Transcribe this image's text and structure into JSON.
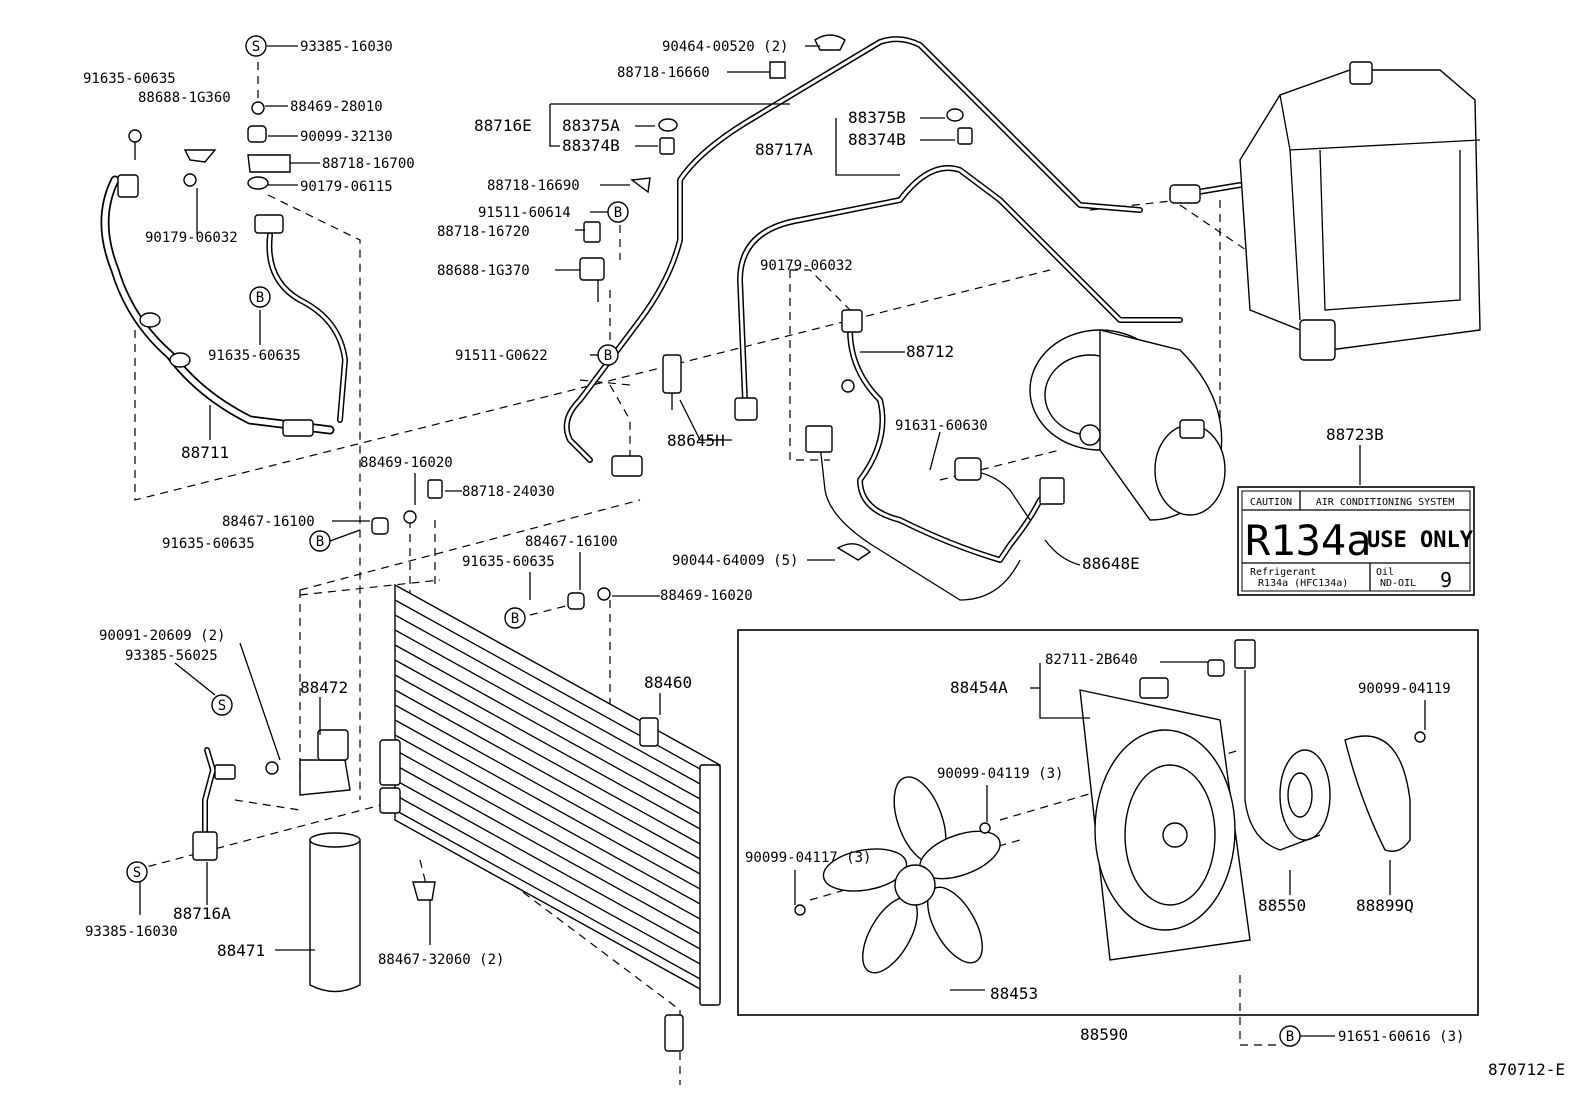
{
  "diagram_code": "870712-E",
  "symbols": {
    "s": "S",
    "b": "B"
  },
  "parts": {
    "p93385_16030_top": "93385-16030",
    "p91635_60635_a": "91635-60635",
    "p88688_1G360": "88688-1G360",
    "p88469_28010": "88469-28010",
    "p90099_32130": "90099-32130",
    "p88718_16700": "88718-16700",
    "p90179_06115": "90179-06115",
    "p90179_06032_a": "90179-06032",
    "p91635_60635_b": "91635-60635",
    "p88711": "88711",
    "p90464_00520": "90464-00520 (2)",
    "p88718_16660": "88718-16660",
    "p88716E": "88716E",
    "p88375A": "88375A",
    "p88374B_a": "88374B",
    "p88718_16690": "88718-16690",
    "p91511_60614": "91511-60614",
    "p88718_16720": "88718-16720",
    "p88688_1G370": "88688-1G370",
    "p91511_G0622": "91511-G0622",
    "p88717A": "88717A",
    "p88375B": "88375B",
    "p88374B_b": "88374B",
    "p90179_06032_b": "90179-06032",
    "p88712": "88712",
    "p88645H": "88645H",
    "p91631_60630": "91631-60630",
    "p88723B": "88723B",
    "p88469_16020_a": "88469-16020",
    "p88718_24030": "88718-24030",
    "p88467_16100_a": "88467-16100",
    "p91635_60635_c": "91635-60635",
    "p88467_16100_b": "88467-16100",
    "p91635_60635_d": "91635-60635",
    "p88469_16020_b": "88469-16020",
    "p90044_64009": "90044-64009 (5)",
    "p88648E": "88648E",
    "p90091_20609": "90091-20609 (2)",
    "p93385_56025": "93385-56025",
    "p88472": "88472",
    "p88460": "88460",
    "p88716A": "88716A",
    "p93385_16030_bot": "93385-16030",
    "p88471": "88471",
    "p88467_32060": "88467-32060 (2)",
    "p82711_2B640": "82711-2B640",
    "p88454A": "88454A",
    "p90099_04119_a": "90099-04119",
    "p90099_04119_b": "90099-04119 (3)",
    "p90099_04117": "90099-04117 (3)",
    "p88550": "88550",
    "p88899Q": "88899Q",
    "p88453": "88453",
    "p88590": "88590",
    "p91651_60616": "91651-60616 (3)"
  },
  "caution_label": {
    "caution": "CAUTION",
    "system": "AIR CONDITIONING SYSTEM",
    "refrigerant_code": "R134a",
    "use_only": "USE ONLY",
    "refrigerant_title": "Refrigerant",
    "refrigerant_detail": "R134a (HFC134a)",
    "oil_title": "Oil",
    "oil_detail": "ND-OIL",
    "oil_number": "9"
  }
}
